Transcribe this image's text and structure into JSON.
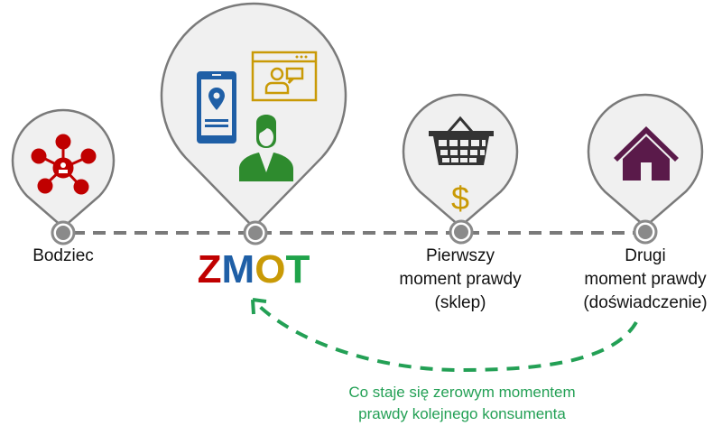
{
  "stages": [
    {
      "id": "bodziec",
      "lines": [
        "Bodziec"
      ],
      "icon": "social-network-icon"
    },
    {
      "id": "zmot",
      "letters": [
        "Z",
        "M",
        "O",
        "T"
      ],
      "letter_colors": [
        "#c00000",
        "#1f5fa6",
        "#c99a06",
        "#1fa34a"
      ],
      "icon": "research-icons"
    },
    {
      "id": "first-moment",
      "lines": [
        "Pierwszy",
        "moment prawdy",
        "(sklep)"
      ],
      "icon": "shopping-basket-icon"
    },
    {
      "id": "second-moment",
      "lines": [
        "Drugi",
        "moment prawdy",
        "(doświadczenie)"
      ],
      "icon": "house-icon"
    }
  ],
  "feedback_note": {
    "lines": [
      "Co staje się zerowym momentem",
      "prawdy kolejnego konsumenta"
    ]
  },
  "colors": {
    "pin_fill": "#f0f0f0",
    "pin_stroke": "#7a7a7a",
    "node": "#8a8a8a",
    "dash": "#7a7a7a",
    "arrow": "#23a055",
    "red": "#c00000",
    "blue": "#1f5fa6",
    "gold": "#c99a06",
    "green": "#2e8b2e",
    "purple": "#5a1a4a",
    "basket": "#333333"
  }
}
